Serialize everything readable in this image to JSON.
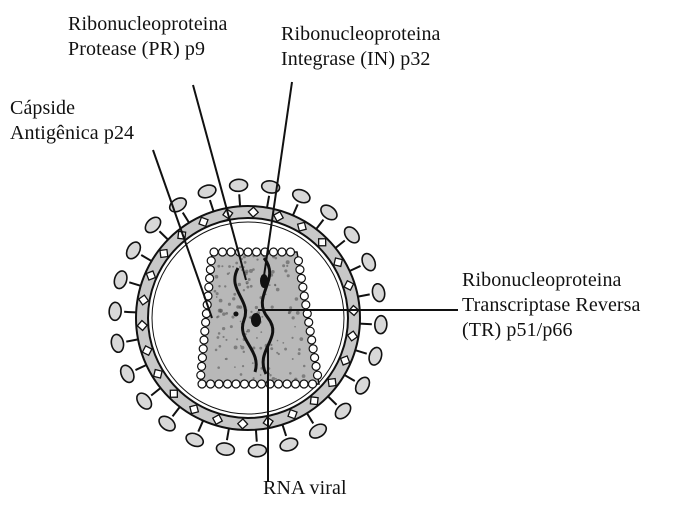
{
  "labels": {
    "protease": {
      "line1": "Ribonucleoproteina",
      "line2": "Protease (PR) p9"
    },
    "integrase": {
      "line1": "Ribonucleoproteina",
      "line2": "Integrase (IN) p32"
    },
    "capsid": {
      "line1": "Cápside",
      "line2": "Antigênica p24"
    },
    "transcriptase": {
      "line1": "Ribonucleoproteina",
      "line2": "Transcriptase Reversa",
      "line3": "(TR) p51/p66"
    },
    "rna": {
      "line1": "RNA viral"
    }
  },
  "colors": {
    "ink": "#111111",
    "envelope": "#c8c8c8",
    "core": "#b8b8b8",
    "background": "#ffffff"
  }
}
